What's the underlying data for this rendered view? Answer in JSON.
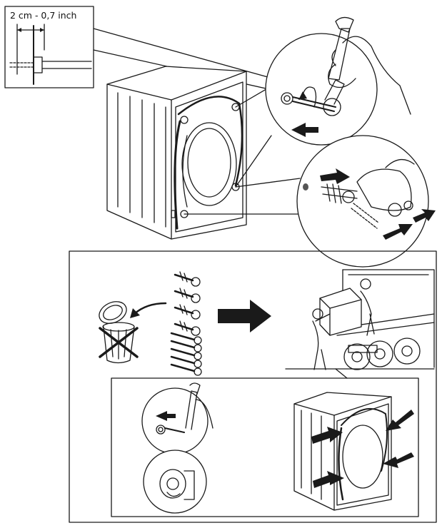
{
  "inset": {
    "measurement_label": "2 cm - 0,7 inch"
  },
  "colors": {
    "line": "#1a1a1a",
    "arrow": "#1a1a1a",
    "background": "#ffffff"
  },
  "icons": [
    "washing-machine",
    "wrench",
    "hand",
    "transit-bolt",
    "spacer",
    "bin-crossed-out",
    "delivery-truck",
    "person"
  ]
}
